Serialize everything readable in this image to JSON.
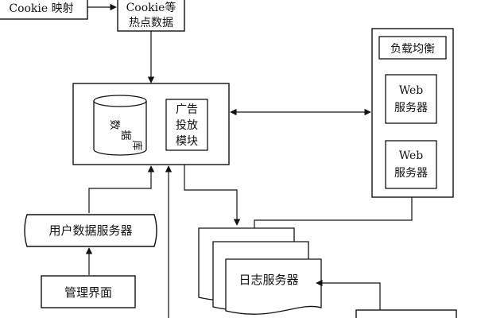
{
  "boxes": {
    "cookie_mapping": "Cookie 映射",
    "cookie_hot_data": [
      "Cookie等",
      "热点数据"
    ],
    "database": [
      "数",
      "据",
      "库"
    ],
    "ad_module": [
      "广告",
      "投放",
      "模块"
    ],
    "load_balance": "负载均衡",
    "web_server_1": [
      "Web",
      "服务器"
    ],
    "web_server_2": [
      "Web",
      "服务器"
    ],
    "user_data_server": "用户数据服务器",
    "admin_ui": "管理界面",
    "log_server": "日志服务器"
  }
}
